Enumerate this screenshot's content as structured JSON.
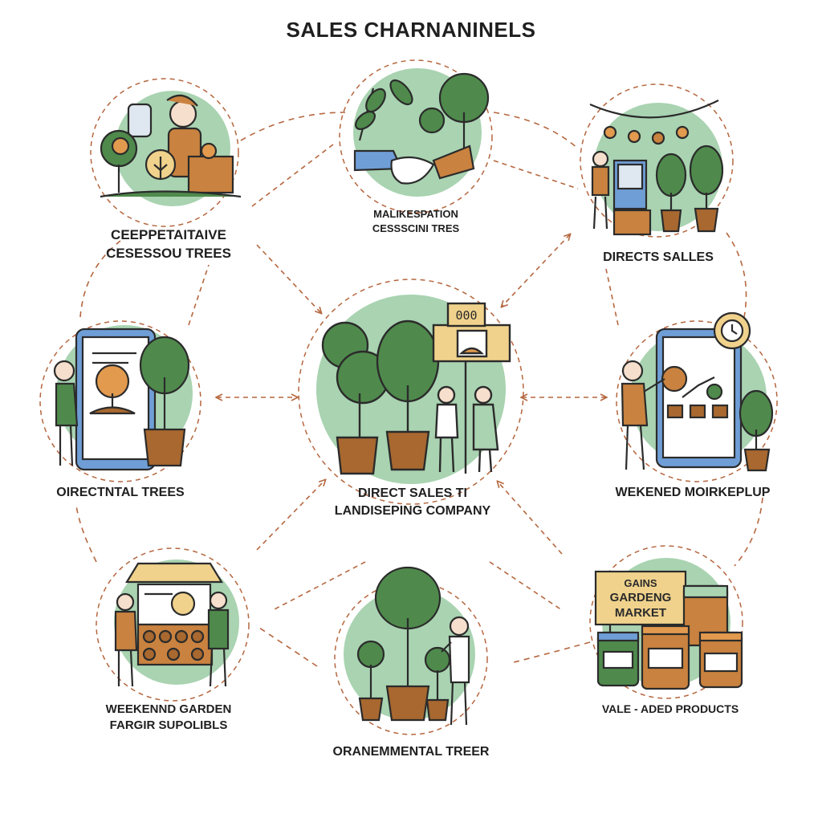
{
  "title": "SALES CHARNANINELS",
  "colors": {
    "accent_green": "#a9d3b1",
    "tree_green": "#4f8a4c",
    "pot_brown": "#a8682f",
    "arrow_brown": "#b5673f",
    "outline": "#2b2b2b",
    "sign_yellow": "#f0d28c",
    "phone_blue": "#6f9ed6"
  },
  "nodes": {
    "center": {
      "icon": "potted-trees-with-people-and-sign-icon",
      "sign_text": "000",
      "label_lines": [
        "DIRECT SALES TI",
        "LANDISEPING COMPANY"
      ]
    },
    "top": {
      "icon": "handshake-with-trees-icon",
      "label_lines": [
        "MALIKESPATION",
        "CESSSCINI TRES"
      ]
    },
    "top_left": {
      "icon": "farmers-with-trees-icon",
      "label_lines": [
        "CEEPPETAITAIVE",
        "CESESSOU TREES"
      ]
    },
    "top_right": {
      "icon": "vendor-with-potted-trees-icon",
      "label_lines": [
        "DIRECTS SALLES"
      ]
    },
    "left": {
      "icon": "phone-with-tree-listing-icon",
      "label_lines": [
        "OIRECTNTAL TREES"
      ]
    },
    "right": {
      "icon": "tablet-marketplace-icon",
      "label_lines": [
        "WEKENED MOIRKEPLUP"
      ]
    },
    "bottom_left": {
      "icon": "market-stall-icon",
      "label_lines": [
        "WEEKENND GARDEN",
        "FARGIR SUPOLIBLS"
      ]
    },
    "bottom": {
      "icon": "person-inspecting-potted-trees-icon",
      "label_lines": [
        "ORANEMMENTAL TREER"
      ]
    },
    "bottom_right": {
      "icon": "jars-of-preserves-icon",
      "sign_lines": [
        "GAINS",
        "GARDENG",
        "MARKET"
      ],
      "label_lines": [
        "VALE - ADED PRODUCTS"
      ]
    }
  }
}
